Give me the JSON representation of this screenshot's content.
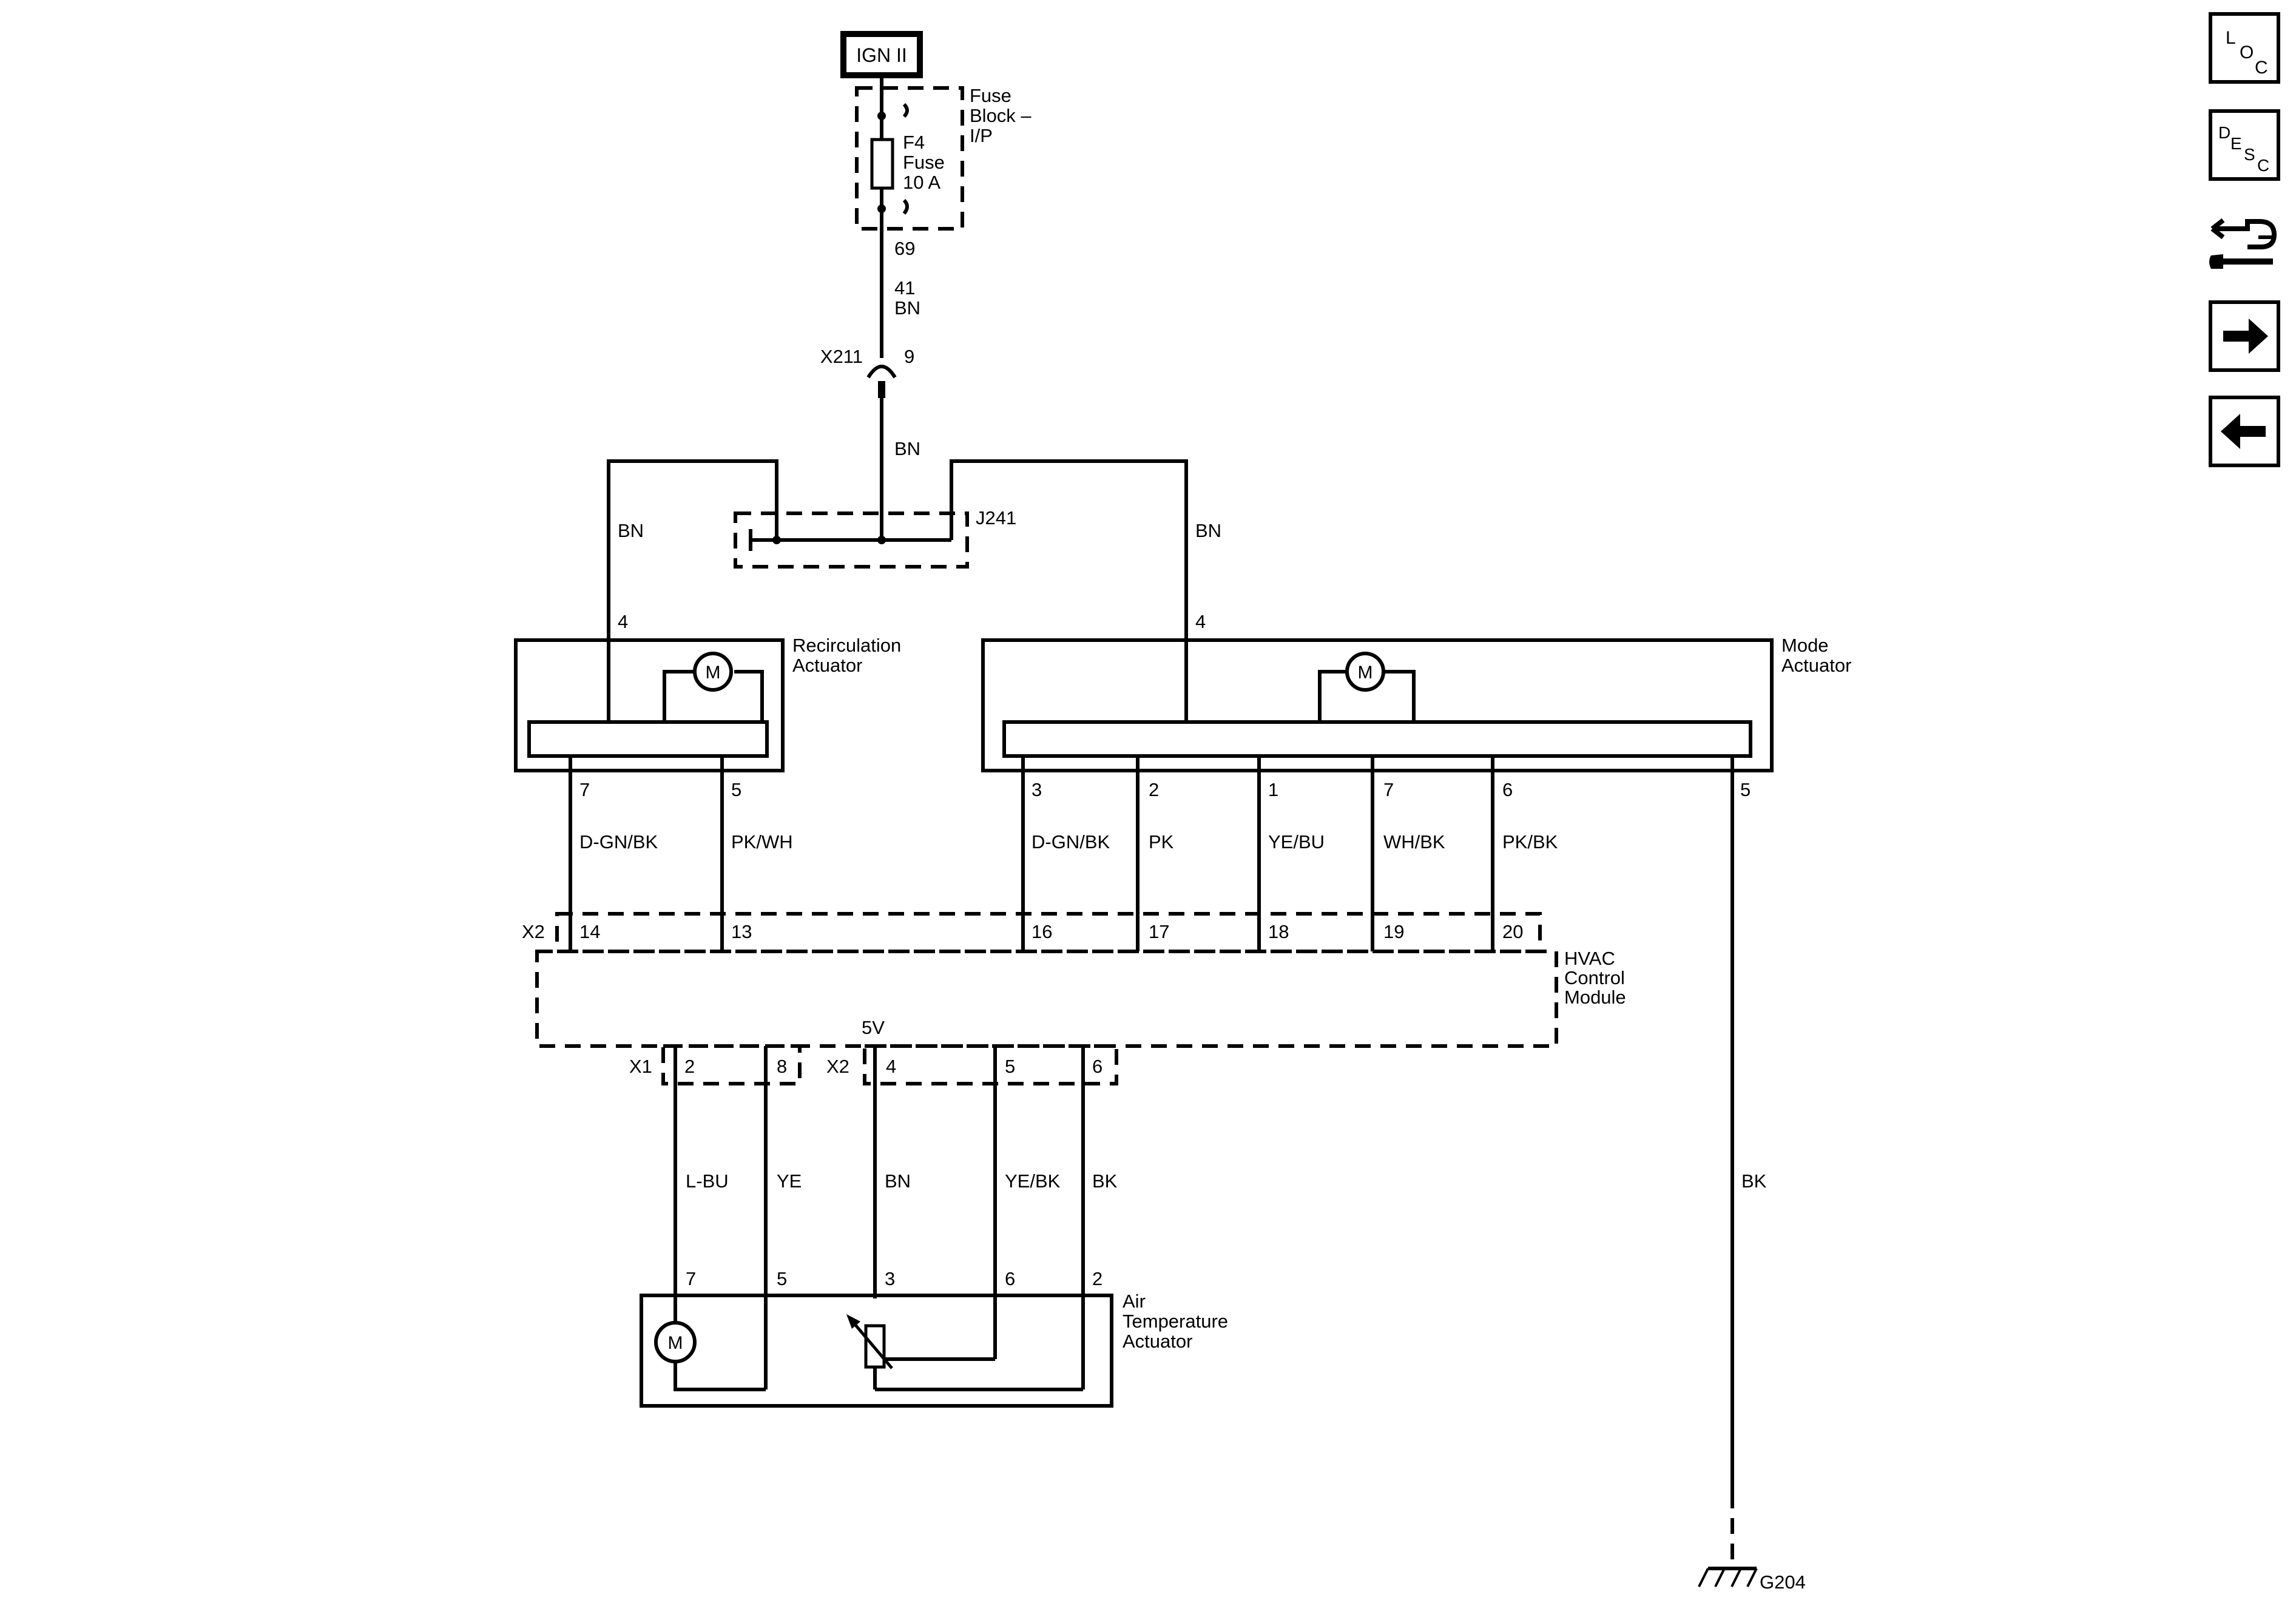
{
  "title_box": "IGN II",
  "fuse_block": {
    "line1": "Fuse",
    "line2": "Block –",
    "line3": "I/P"
  },
  "fuse": {
    "line1": "F4",
    "line2": "Fuse",
    "line3": "10 A"
  },
  "fuse_pin": "69",
  "circuit_41": "41",
  "wire_bn_top": "BN",
  "connector_x211": "X211",
  "x211_pin": "9",
  "wire_bn_mid": "BN",
  "splice": "J241",
  "wire_bn_left": "BN",
  "wire_bn_right": "BN",
  "recirc": {
    "name1": "Recirculation",
    "name2": "Actuator",
    "motor": "M",
    "pin_top": "4",
    "pin_a": "7",
    "pin_b": "5",
    "wire_a": "D-GN/BK",
    "wire_b": "PK/WH"
  },
  "mode": {
    "name1": "Mode",
    "name2": "Actuator",
    "motor": "M",
    "pin_top": "4",
    "pins": [
      "3",
      "2",
      "1",
      "7",
      "6"
    ],
    "wires": [
      "D-GN/BK",
      "PK",
      "YE/BU",
      "WH/BK",
      "PK/BK"
    ],
    "ground_pin": "5"
  },
  "hvac": {
    "name1": "HVAC",
    "name2": "Control",
    "name3": "Module",
    "x2_top": "X2",
    "top_pins": [
      "14",
      "13",
      "16",
      "17",
      "18",
      "19",
      "20"
    ],
    "x1_bottom": "X1",
    "x1_pins": [
      "2",
      "8"
    ],
    "x2_bottom": "X2",
    "x2_pins": [
      "4",
      "5",
      "6"
    ],
    "ref_5v": "5V"
  },
  "lower_wires": [
    "L-BU",
    "YE",
    "BN",
    "YE/BK",
    "BK"
  ],
  "air_temp": {
    "name1": "Air",
    "name2": "Temperature",
    "name3": "Actuator",
    "motor": "M",
    "pins": [
      "7",
      "5",
      "3",
      "6",
      "2"
    ]
  },
  "ground_wire": "BK",
  "ground": "G204",
  "nav": {
    "loc": [
      "L",
      "O",
      "C"
    ],
    "desc": [
      "D",
      "E",
      "S",
      "C"
    ]
  }
}
